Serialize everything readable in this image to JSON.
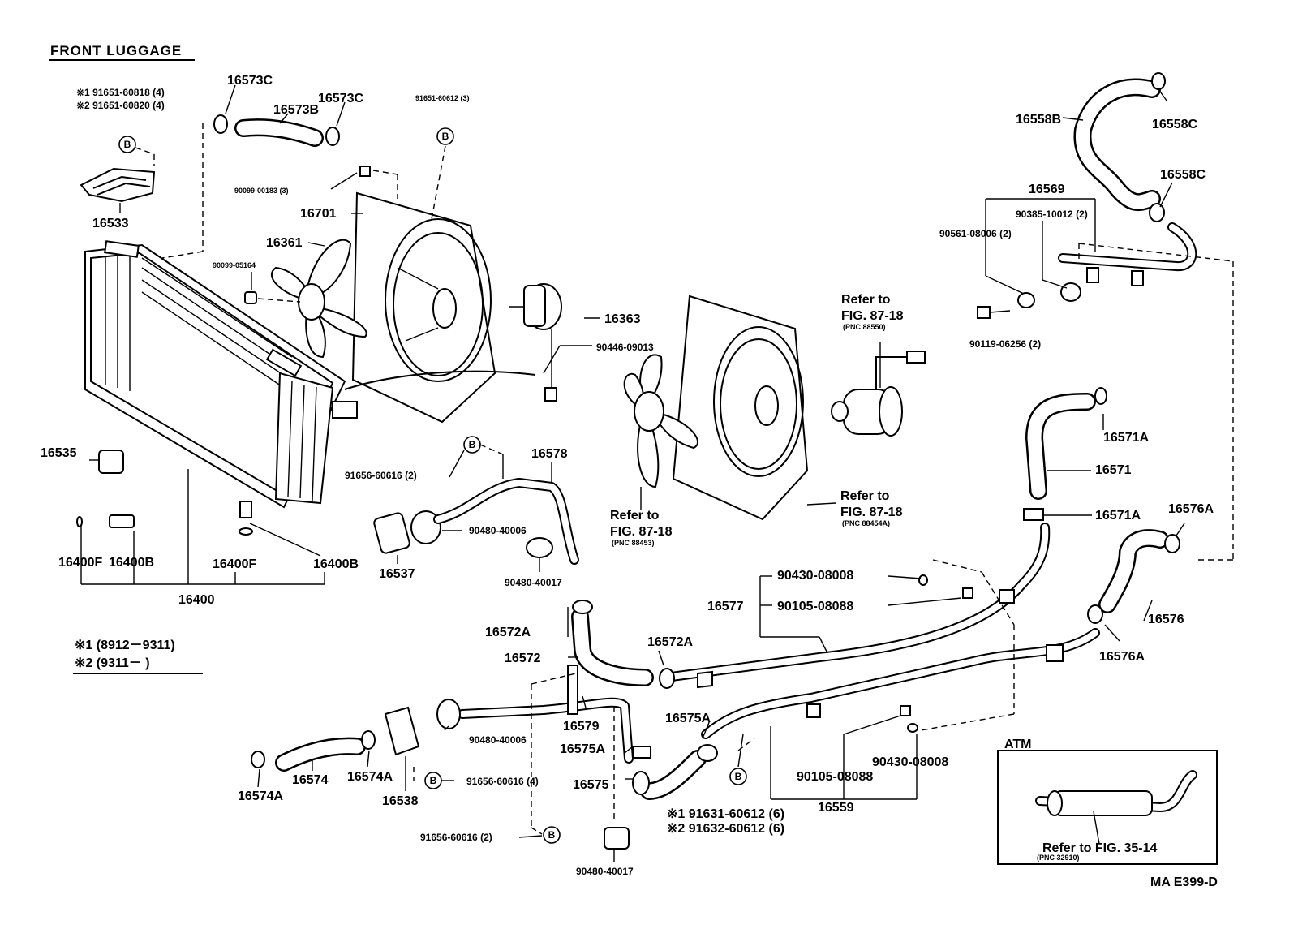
{
  "header": {
    "title": "FRONT LUGGAGE"
  },
  "figure_code": "MA E399-D",
  "legend": {
    "note1": "※1 (8912－9311)",
    "note2": "※2 (9311－        )"
  },
  "atm_box": {
    "title": "ATM"
  },
  "labels": {
    "l_16573C_a": "16573C",
    "l_16573B": "16573B",
    "l_16573C_b": "16573C",
    "l_91651_60818": "※1 91651-60818 (4)",
    "l_91651_60820": "※2 91651-60820 (4)",
    "l_16533": "16533",
    "l_91651_60612": "91651-60612 (3)",
    "l_90099_00183": "90099-00183 (3)",
    "l_16701": "16701",
    "l_16361": "16361",
    "l_90099_05164": "90099-05164",
    "l_16363": "16363",
    "l_90446_09013": "90446-09013",
    "l_16558B": "16558B",
    "l_16558C_a": "16558C",
    "l_16558C_b": "16558C",
    "l_16569": "16569",
    "l_90385_10012": "90385-10012 (2)",
    "l_90561_08006": "90561-08006 (2)",
    "l_90119_06256": "90119-06256 (2)",
    "l_refer_87_18_a1": "Refer to",
    "l_refer_87_18_a2": "FIG. 87-18",
    "l_pnc_88550": "(PNC 88550)",
    "l_16535": "16535",
    "l_91656_60616_a": "91656-60616 (2)",
    "l_16578": "16578",
    "l_16571A_a": "16571A",
    "l_16571": "16571",
    "l_16571A_b": "16571A",
    "l_16576A_a": "16576A",
    "l_refer_87_18_b1": "Refer to",
    "l_refer_87_18_b2": "FIG. 87-18",
    "l_pnc_88453": "(PNC 88453)",
    "l_refer_87_18_c1": "Refer to",
    "l_refer_87_18_c2": "FIG. 87-18",
    "l_pnc_88454A": "(PNC 88454A)",
    "l_90480_40006_a": "90480-40006",
    "l_16400F_a": "16400F",
    "l_16400B_a": "16400B",
    "l_16400F_b": "16400F",
    "l_16400B_b": "16400B",
    "l_16537": "16537",
    "l_90480_40017_a": "90480-40017",
    "l_16400": "16400",
    "l_90430_08008_a": "90430-08008",
    "l_16577": "16577",
    "l_90105_08088_a": "90105-08088",
    "l_16576": "16576",
    "l_16576A_b": "16576A",
    "l_16572A_a": "16572A",
    "l_16572A_b": "16572A",
    "l_16572": "16572",
    "l_16579": "16579",
    "l_90480_40006_b": "90480-40006",
    "l_16575A_a": "16575A",
    "l_16575A_b": "16575A",
    "l_16575": "16575",
    "l_16574A_a": "16574A",
    "l_16574": "16574",
    "l_16574A_b": "16574A",
    "l_16538": "16538",
    "l_91656_60616_b": "91656-60616 (4)",
    "l_91656_60616_c": "91656-60616 (2)",
    "l_90480_40017_b": "90480-40017",
    "l_91631_60612": "※1  91631-60612 (6)",
    "l_91632_60612": "※2  91632-60612 (6)",
    "l_90105_08088_b": "90105-08088",
    "l_90430_08008_b": "90430-08008",
    "l_16559": "16559",
    "l_refer_35_14": "Refer to FIG. 35-14",
    "l_pnc_32910": "(PNC 32910)"
  },
  "callout_letter": "B"
}
